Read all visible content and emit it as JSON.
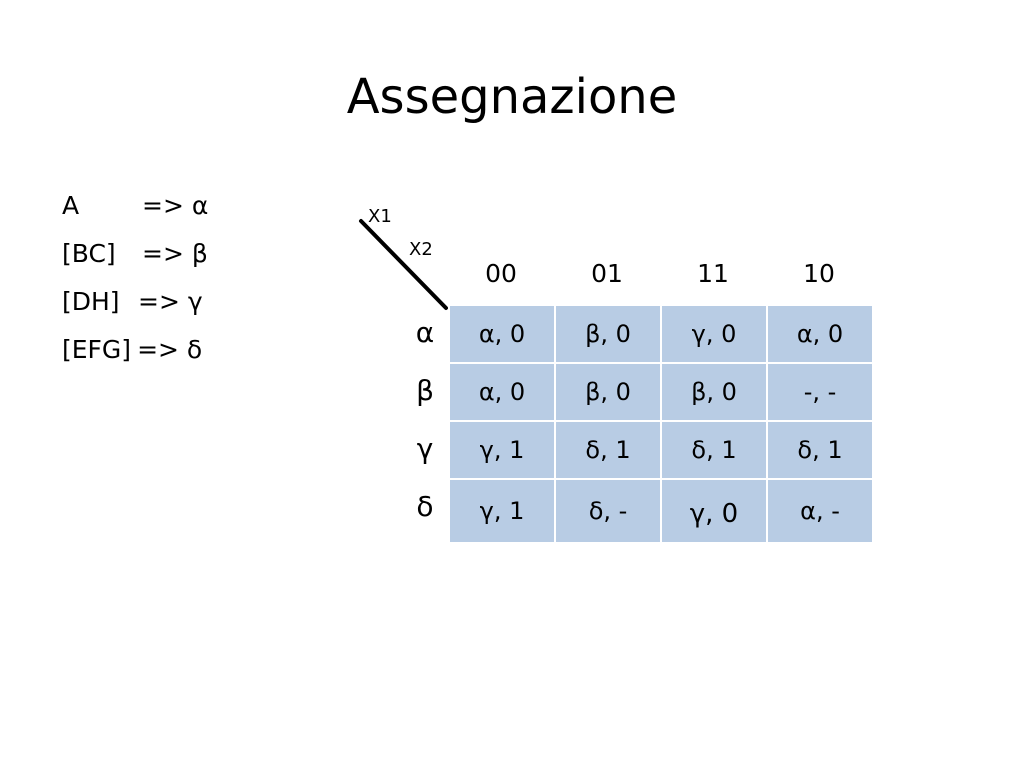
{
  "slide": {
    "title": "Assegnazione"
  },
  "mapping": [
    {
      "lhs": "A",
      "rhs": "=> α"
    },
    {
      "lhs": "[BC]",
      "rhs": "=> β"
    },
    {
      "lhs": "[DH]",
      "rhs": "=> γ"
    },
    {
      "lhs": "[EFG]",
      "rhs": "=> δ"
    }
  ],
  "table": {
    "corner": {
      "top_label": "X1",
      "bottom_label": "X2"
    },
    "columns": [
      "00",
      "01",
      "11",
      "10"
    ],
    "rows": [
      "α",
      "β",
      "γ",
      "δ"
    ],
    "cells": [
      [
        "α, 0",
        "β, 0",
        "γ, 0",
        "α, 0"
      ],
      [
        "α, 0",
        "β, 0",
        "β, 0",
        "-, -"
      ],
      [
        "γ, 1",
        "δ, 1",
        "δ, 1",
        "δ, 1"
      ],
      [
        "γ, 1",
        "δ, -",
        "γ, 0",
        "α, -"
      ]
    ],
    "cell_color": "#b8cce4"
  }
}
